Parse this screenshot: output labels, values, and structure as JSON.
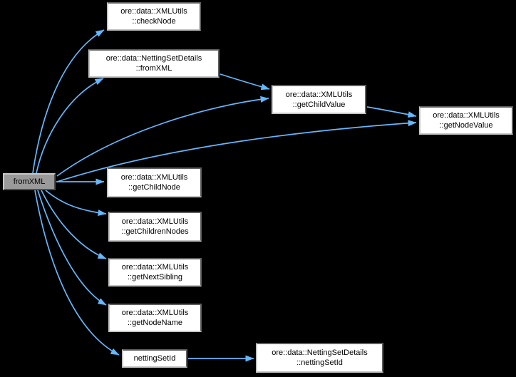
{
  "diagram": {
    "kind": "doxygen-call-graph",
    "background_color": "#000000",
    "edge_color": "#63b8ff",
    "node_fill_color": "#ffffff",
    "node_text_color": "#000000",
    "root_node_fill_color": "#9a9a9a",
    "node_border_dark": "#5e5e5e",
    "node_border_light": "#c4c4c4"
  },
  "nodes": [
    {
      "id": "fromXML",
      "line1": "fromXML"
    },
    {
      "id": "XMLUtils_checkNode",
      "line1": "ore::data::XMLUtils",
      "line2": "::checkNode"
    },
    {
      "id": "NettingSetDetails_fromXML",
      "line1": "ore::data::NettingSetDetails",
      "line2": "::fromXML"
    },
    {
      "id": "XMLUtils_getChildValue",
      "line1": "ore::data::XMLUtils",
      "line2": "::getChildValue"
    },
    {
      "id": "XMLUtils_getNodeValue",
      "line1": "ore::data::XMLUtils",
      "line2": "::getNodeValue"
    },
    {
      "id": "XMLUtils_getChildNode",
      "line1": "ore::data::XMLUtils",
      "line2": "::getChildNode"
    },
    {
      "id": "XMLUtils_getChildrenNodes",
      "line1": "ore::data::XMLUtils",
      "line2": "::getChildrenNodes"
    },
    {
      "id": "XMLUtils_getNextSibling",
      "line1": "ore::data::XMLUtils",
      "line2": "::getNextSibling"
    },
    {
      "id": "XMLUtils_getNodeName",
      "line1": "ore::data::XMLUtils",
      "line2": "::getNodeName"
    },
    {
      "id": "nettingSetId",
      "line1": "nettingSetId"
    },
    {
      "id": "NettingSetDetails_nettingSetId",
      "line1": "ore::data::NettingSetDetails",
      "line2": "::nettingSetId"
    }
  ],
  "edges": [
    {
      "from": "fromXML",
      "to": "XMLUtils_checkNode"
    },
    {
      "from": "fromXML",
      "to": "NettingSetDetails_fromXML"
    },
    {
      "from": "fromXML",
      "to": "XMLUtils_getChildValue"
    },
    {
      "from": "fromXML",
      "to": "XMLUtils_getNodeValue"
    },
    {
      "from": "fromXML",
      "to": "XMLUtils_getChildNode"
    },
    {
      "from": "fromXML",
      "to": "XMLUtils_getChildrenNodes"
    },
    {
      "from": "fromXML",
      "to": "XMLUtils_getNextSibling"
    },
    {
      "from": "fromXML",
      "to": "XMLUtils_getNodeName"
    },
    {
      "from": "fromXML",
      "to": "nettingSetId"
    },
    {
      "from": "NettingSetDetails_fromXML",
      "to": "XMLUtils_getChildValue"
    },
    {
      "from": "XMLUtils_getChildValue",
      "to": "XMLUtils_getNodeValue"
    },
    {
      "from": "nettingSetId",
      "to": "NettingSetDetails_nettingSetId"
    }
  ]
}
